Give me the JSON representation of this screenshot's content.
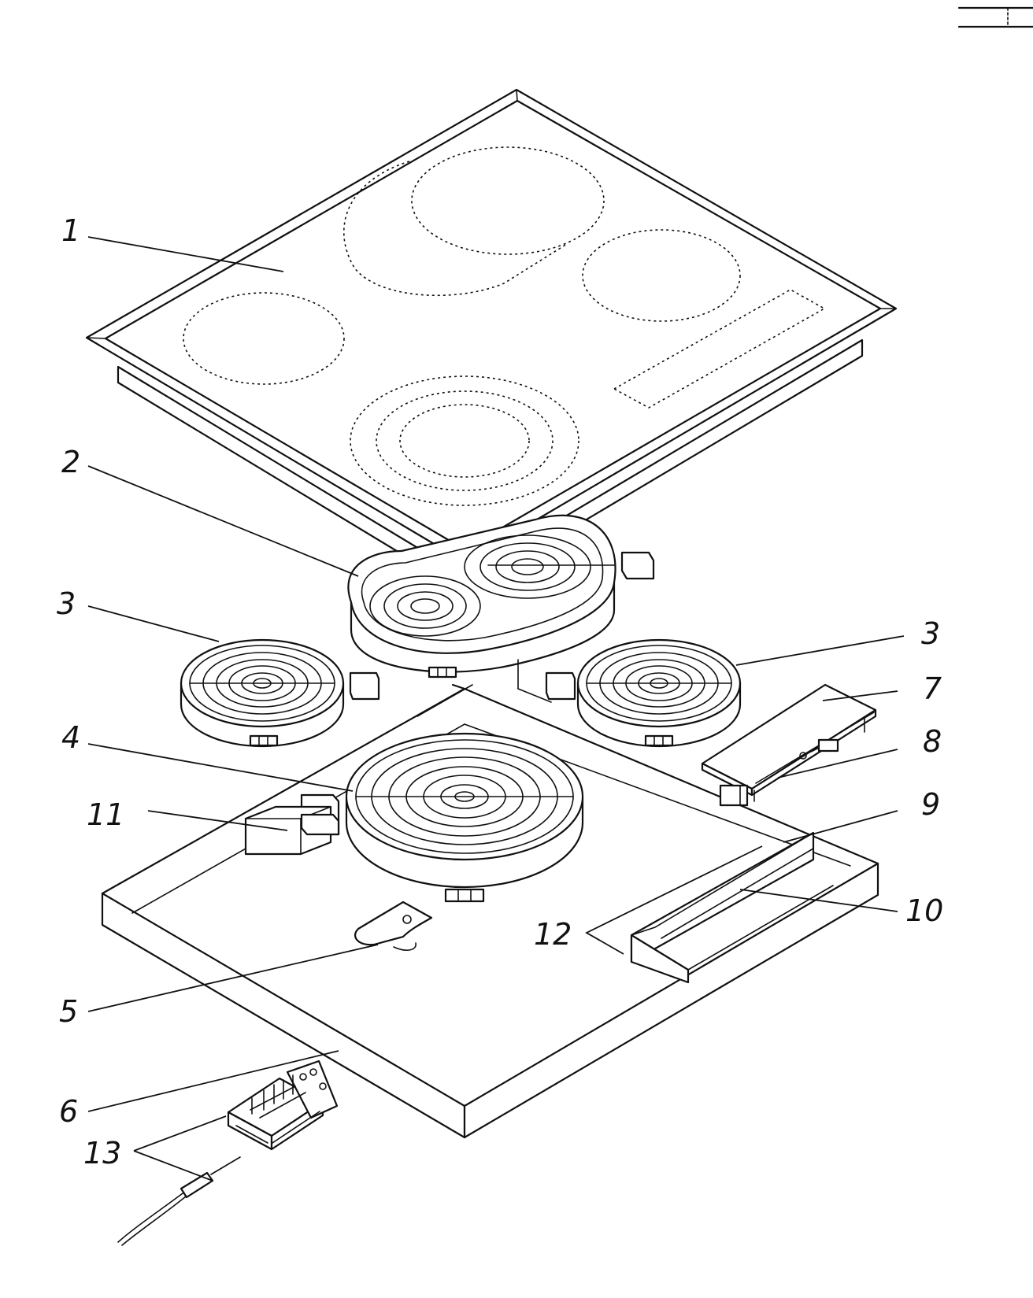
{
  "labels": {
    "glass_top": "1",
    "oval_heater": "2",
    "heater_left": "3",
    "heater_right": "3",
    "large_heater": "4",
    "clip": "5",
    "housing": "6",
    "control_board": "7",
    "board_component": "8",
    "channel_top": "9",
    "channel_tray": "10",
    "limiter": "11",
    "channel": "12",
    "terminal_cable": "13"
  }
}
